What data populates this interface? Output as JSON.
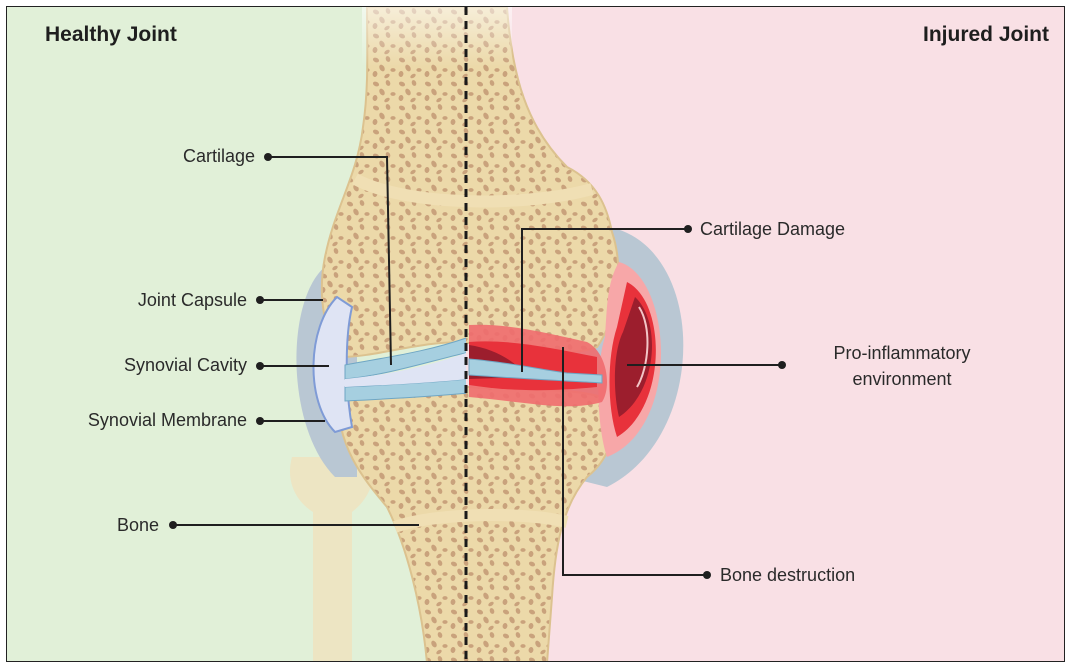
{
  "titles": {
    "left": "Healthy Joint",
    "right": "Injured Joint"
  },
  "labels": {
    "cartilage": "Cartilage",
    "joint_capsule": "Joint Capsule",
    "synovial_cavity": "Synovial Cavity",
    "synovial_membrane": "Synovial Membrane",
    "bone": "Bone",
    "cartilage_damage": "Cartilage Damage",
    "pro_inflammatory_line1": "Pro-inflammatory",
    "pro_inflammatory_line2": "environment",
    "bone_destruction": "Bone destruction"
  },
  "colors": {
    "healthy_bg": "#e1f0d8",
    "injured_bg": "#f9e0e5",
    "bone": "#f0dfb4",
    "bone_spots": "#c9a27c",
    "capsule": "#b9c7d3",
    "synovial_fluid": "#dfe4f4",
    "cartilage": "#a6cfe0",
    "inflammation": "#e8323b",
    "inflamed_core": "#9c1e2d"
  }
}
